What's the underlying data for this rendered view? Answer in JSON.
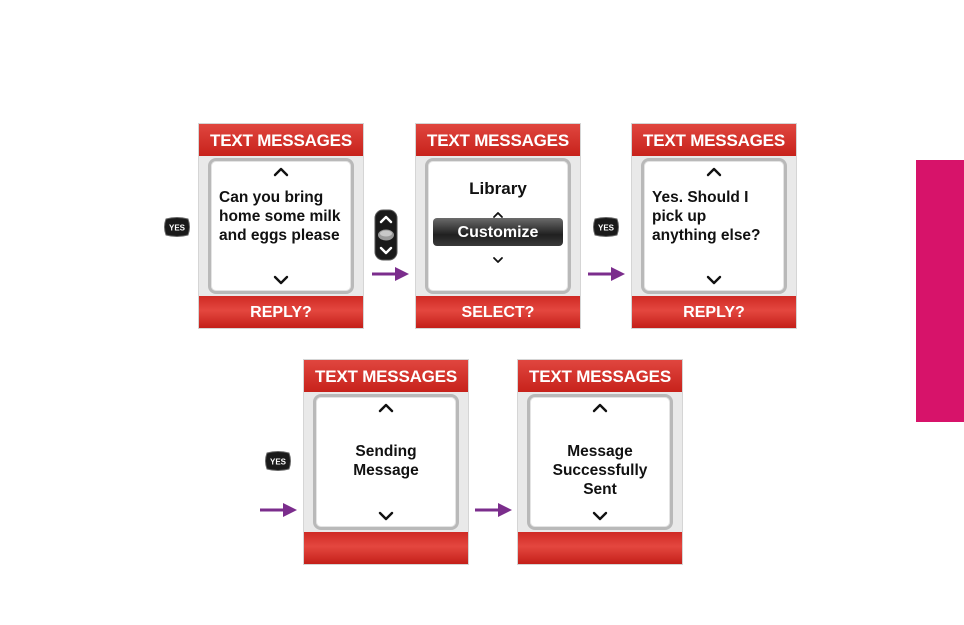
{
  "colors": {
    "side_tab": "#d7136a",
    "arrow": "#7b2d8c",
    "header": "#d1302a"
  },
  "icons": {
    "yes_key": "yes-key-icon",
    "nav_key": "navigation-key-icon",
    "arrow": "right-arrow-icon",
    "chevron_up": "chevron-up-icon",
    "chevron_down": "chevron-down-icon"
  },
  "yes_key_label": "YES",
  "screens": [
    {
      "title": "TEXT MESSAGES",
      "lines": [
        "Can you bring",
        "home some milk",
        "and eggs please"
      ],
      "footer": "REPLY?"
    },
    {
      "title": "TEXT MESSAGES",
      "menu_item": "Library",
      "selected_item": "Customize",
      "footer": "SELECT?"
    },
    {
      "title": "TEXT MESSAGES",
      "lines": [
        "Yes. Should I",
        "pick up",
        "anything else?"
      ],
      "footer": "REPLY?"
    },
    {
      "title": "TEXT MESSAGES",
      "lines": [
        "Sending",
        "Message"
      ],
      "footer": ""
    },
    {
      "title": "TEXT MESSAGES",
      "lines": [
        "Message",
        "Successfully",
        "Sent"
      ],
      "footer": ""
    }
  ]
}
